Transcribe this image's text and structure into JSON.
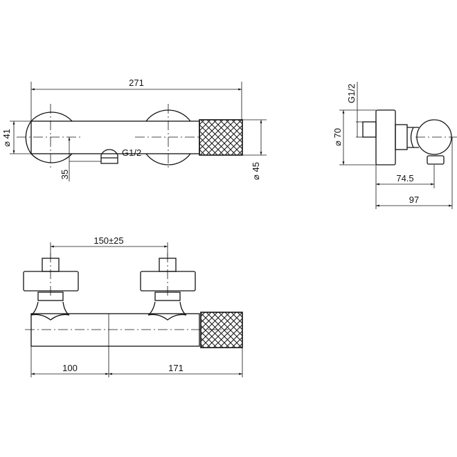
{
  "drawing": {
    "top_view": {
      "overall_length": "271",
      "body_diameter": "⌀ 41",
      "knob_diameter": "⌀ 45",
      "outlet_offset": "35",
      "outlet_thread": "G1/2"
    },
    "side_view": {
      "flange_diameter": "⌀ 70",
      "inlet_thread": "G1/2",
      "depth_to_axis": "74.5",
      "overall_depth": "97"
    },
    "front_view": {
      "inlet_spacing": "150±25",
      "left_length": "100",
      "right_length": "171"
    },
    "colors": {
      "line": "#111111",
      "background": "#ffffff"
    }
  }
}
